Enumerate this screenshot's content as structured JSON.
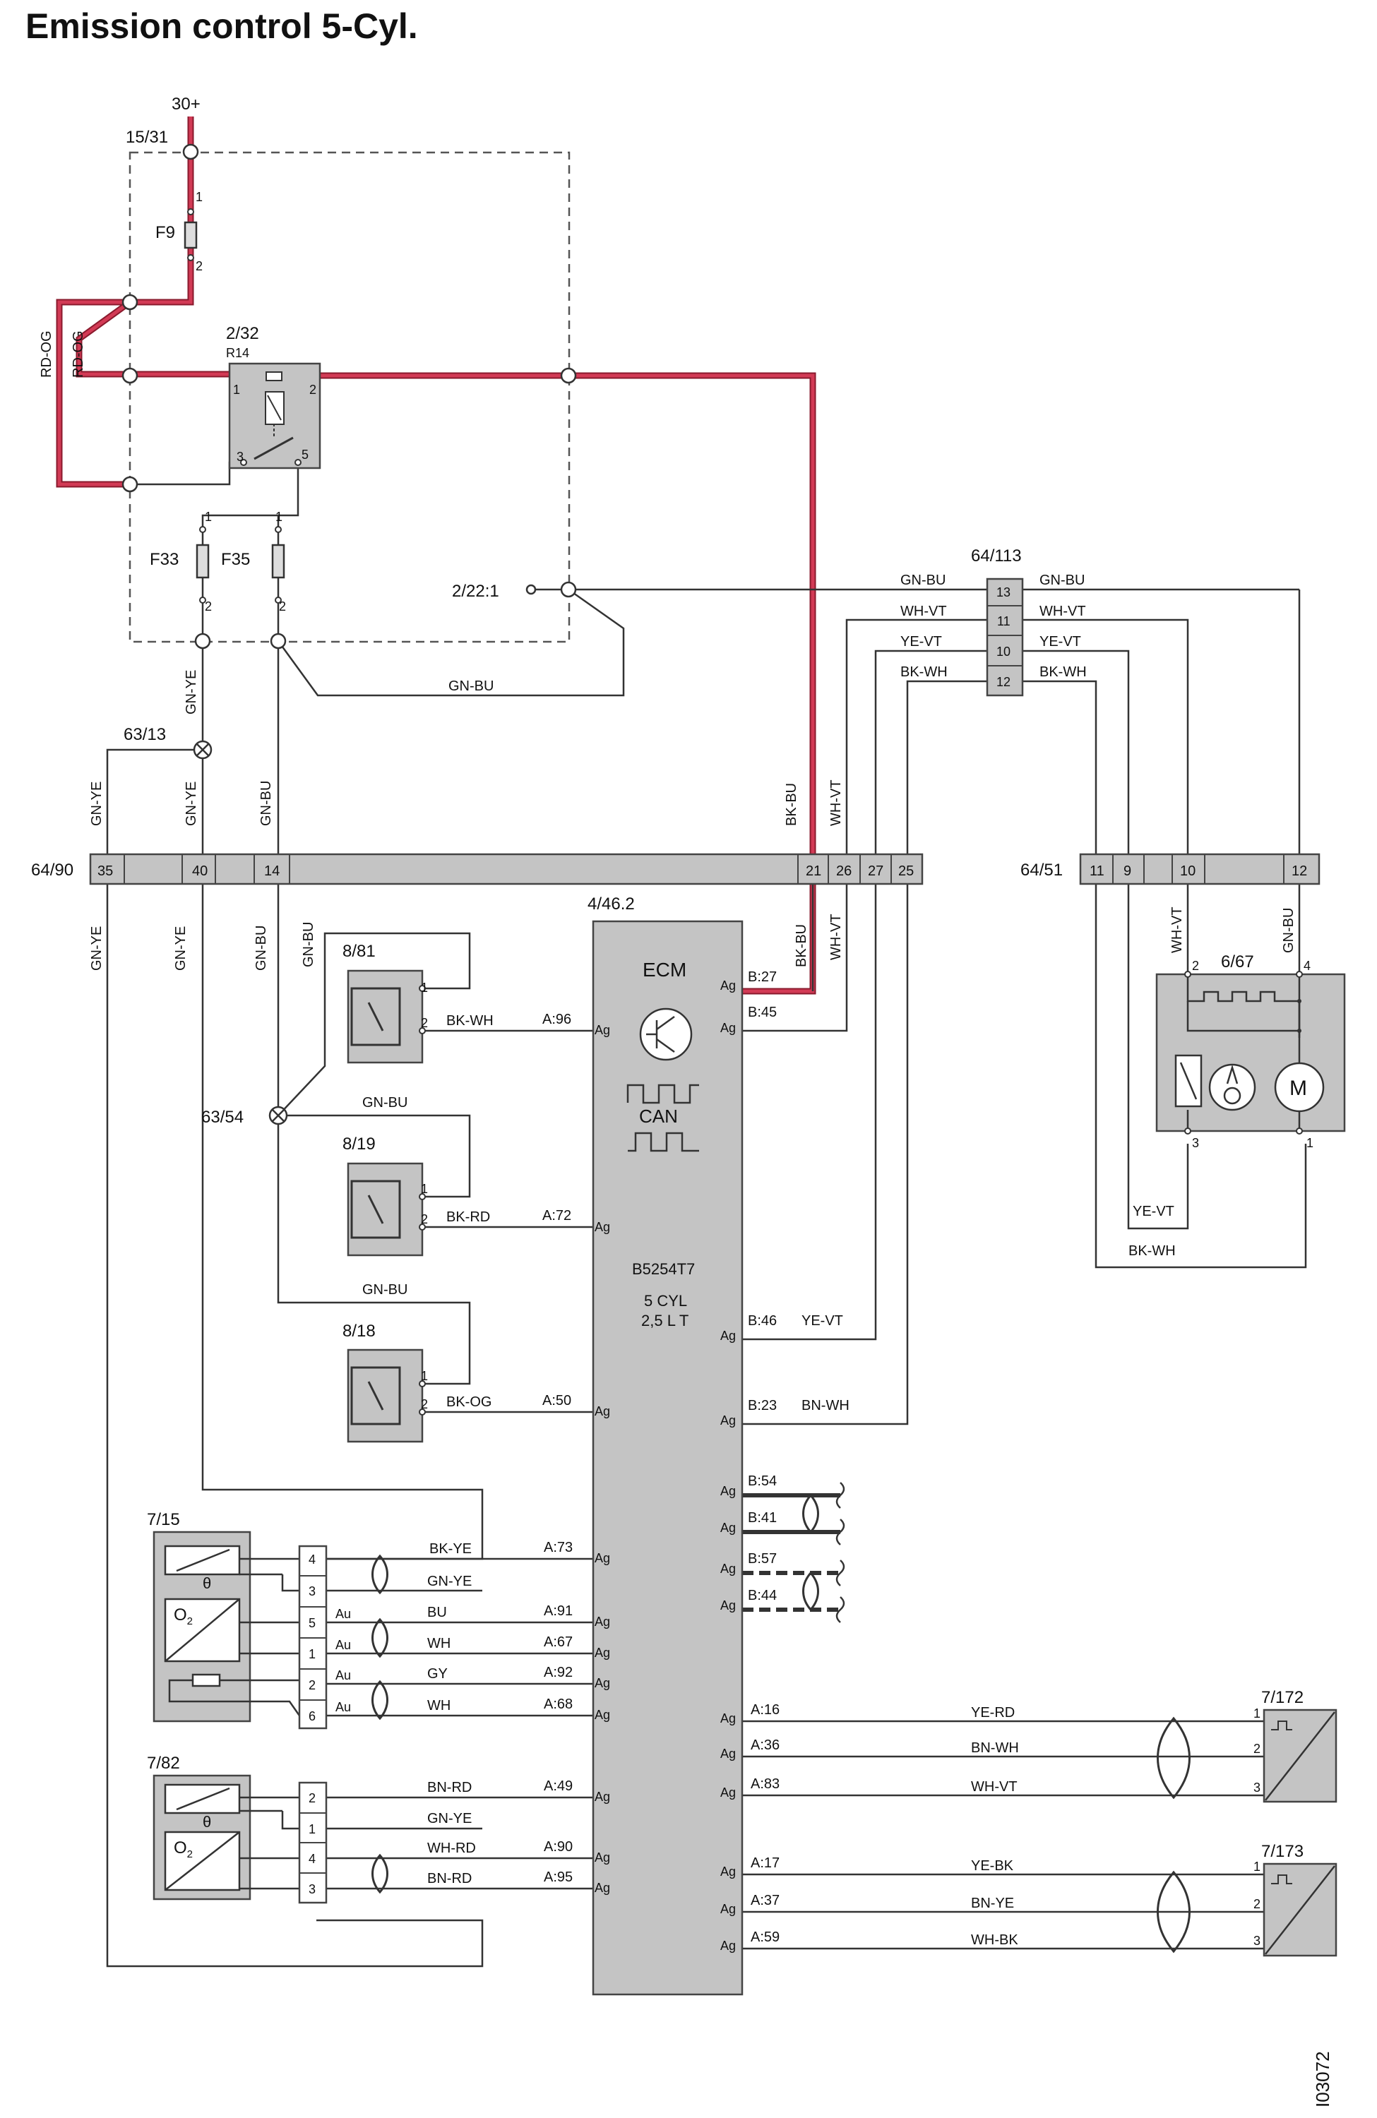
{
  "title": "Emission control 5-Cyl.",
  "figure_id": "I03072",
  "colors": {
    "power_wire": "#c8253f",
    "power_wire_shadow": "#8a1a2d",
    "wire": "#333333",
    "component_fill": "#c4c4c4",
    "component_stroke": "#444444"
  },
  "nodes": {
    "n30": "30+",
    "n15_31": "15/31",
    "relay": "2/32",
    "relay_r": "R14",
    "ground_sw": "2/22:1",
    "c64_113": "64/113",
    "c63_13": "63/13",
    "c64_90": "64/90",
    "c64_51": "64/51",
    "ecm_id": "4/46.2",
    "ecm_label": "ECM",
    "can_label": "CAN",
    "engine_code": "B5254T7",
    "engine_cyl": "5 CYL",
    "engine_vol": "2,5 L T",
    "c8_81": "8/81",
    "c63_54": "63/54",
    "c8_19": "8/19",
    "c8_18": "8/18",
    "c6_67": "6/67",
    "c7_15": "7/15",
    "c7_82": "7/82",
    "c7_172": "7/172",
    "c7_173": "7/173",
    "fuse_f9": "F9",
    "fuse_f33": "F33",
    "fuse_f35": "F35"
  },
  "pins": {
    "p1": "1",
    "p2": "2",
    "p3": "3",
    "p4": "4",
    "p5": "5",
    "p6": "6",
    "p9": "9",
    "p10": "10",
    "p11": "11",
    "p12": "12",
    "p13": "13",
    "p14": "14",
    "p21": "21",
    "p25": "25",
    "p26": "26",
    "p27": "27",
    "p35": "35",
    "p40": "40",
    "au": "Au",
    "ag": "Ag"
  },
  "wires": {
    "rd_og": "RD-OG",
    "gn_bu": "GN-BU",
    "gn_ye": "GN-YE",
    "wh_vt": "WH-VT",
    "ye_vt": "YE-VT",
    "bk_wh": "BK-WH",
    "bk_bu": "BK-BU",
    "bk_rd": "BK-RD",
    "bk_og": "BK-OG",
    "bk_ye": "BK-YE",
    "bn_wh": "BN-WH",
    "bu": "BU",
    "wh": "WH",
    "gy": "GY",
    "bn_rd": "BN-RD",
    "wh_rd": "WH-RD",
    "ye_rd": "YE-RD",
    "ye_bk": "YE-BK",
    "bn_ye": "BN-YE",
    "wh_bk": "WH-BK"
  },
  "ecm_pins": {
    "b27": "B:27",
    "b45": "B:45",
    "b46": "B:46",
    "b23": "B:23",
    "b54": "B:54",
    "b41": "B:41",
    "b57": "B:57",
    "b44": "B:44",
    "a96": "A:96",
    "a72": "A:72",
    "a50": "A:50",
    "a73": "A:73",
    "a91": "A:91",
    "a67": "A:67",
    "a92": "A:92",
    "a68": "A:68",
    "a49": "A:49",
    "a90": "A:90",
    "a95": "A:95",
    "a16": "A:16",
    "a36": "A:36",
    "a83": "A:83",
    "a17": "A:17",
    "a37": "A:37",
    "a59": "A:59"
  }
}
